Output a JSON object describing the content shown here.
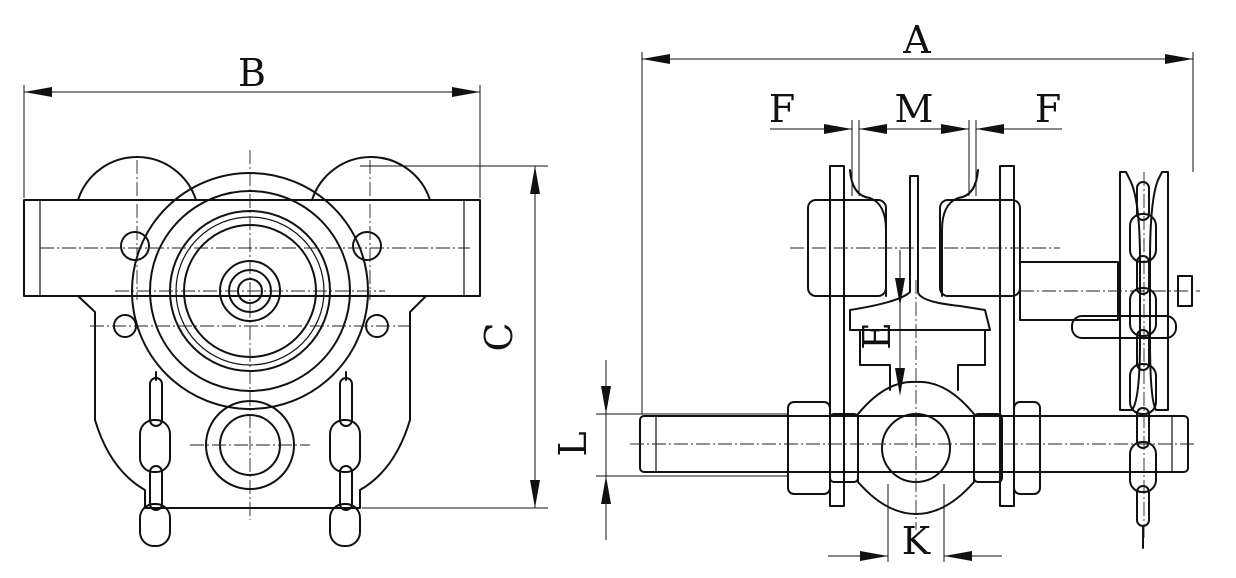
{
  "labels": {
    "A": "A",
    "B": "B",
    "C": "C",
    "E": "E",
    "F_left": "F",
    "M": "M",
    "F_right": "F",
    "L": "L",
    "K": "K"
  },
  "colors": {
    "line": "#111111",
    "background": "#ffffff"
  }
}
